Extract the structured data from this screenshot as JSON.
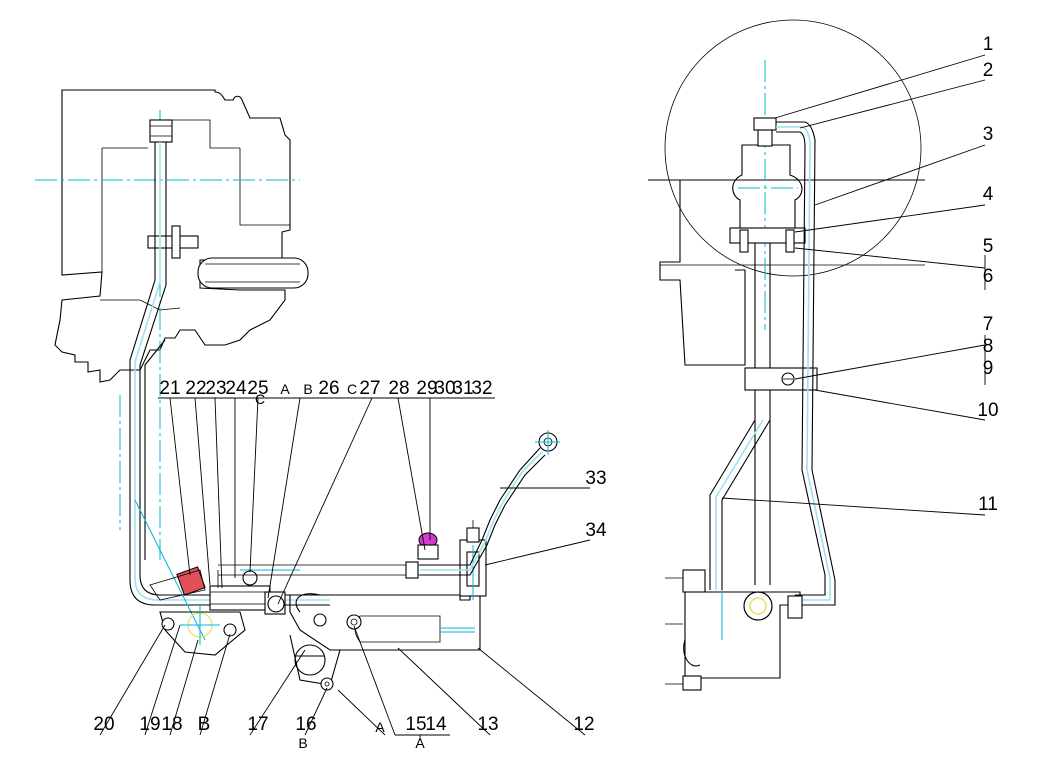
{
  "left_labels_top": [
    "21",
    "22",
    "23",
    "24",
    "25",
    "A",
    "B",
    "C",
    "26",
    "C",
    "27",
    "28",
    "29",
    "30",
    "31",
    "32"
  ],
  "left_labels_right": [
    "33",
    "34"
  ],
  "left_labels_bottom": [
    "20",
    "19",
    "18",
    "B",
    "17",
    "16",
    "B",
    "A",
    "15",
    "14",
    "A",
    "13",
    "12"
  ],
  "right_labels": [
    "1",
    "2",
    "3",
    "4",
    "5",
    "6",
    "7",
    "8",
    "9",
    "10",
    "11"
  ],
  "colors": {
    "line": "#000000",
    "centerline": "#00b8d8",
    "pipe_highlight": "#9fe2ee",
    "marker_red": "#e0505a",
    "marker_magenta": "#d23ad2",
    "marker_yellow": "#e8e060"
  }
}
